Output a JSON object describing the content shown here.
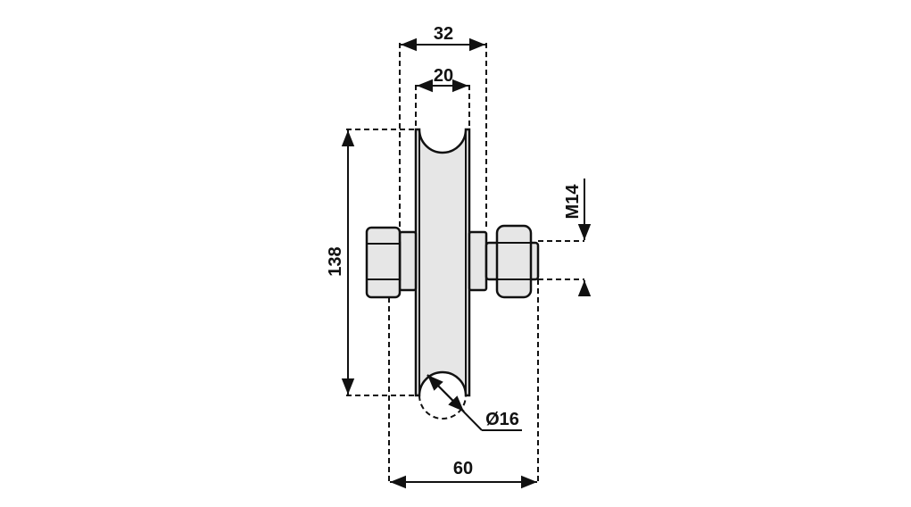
{
  "drawing": {
    "title": "Wheel with bolt and nut dimension drawing",
    "dimensions": {
      "overall_width": "32",
      "groove_width": "20",
      "wheel_diameter": "138",
      "thread": "M14",
      "groove_diameter": "Ø16",
      "bolt_length": "60"
    },
    "colors": {
      "line": "#111111",
      "fill": "#e6e6e6"
    }
  }
}
